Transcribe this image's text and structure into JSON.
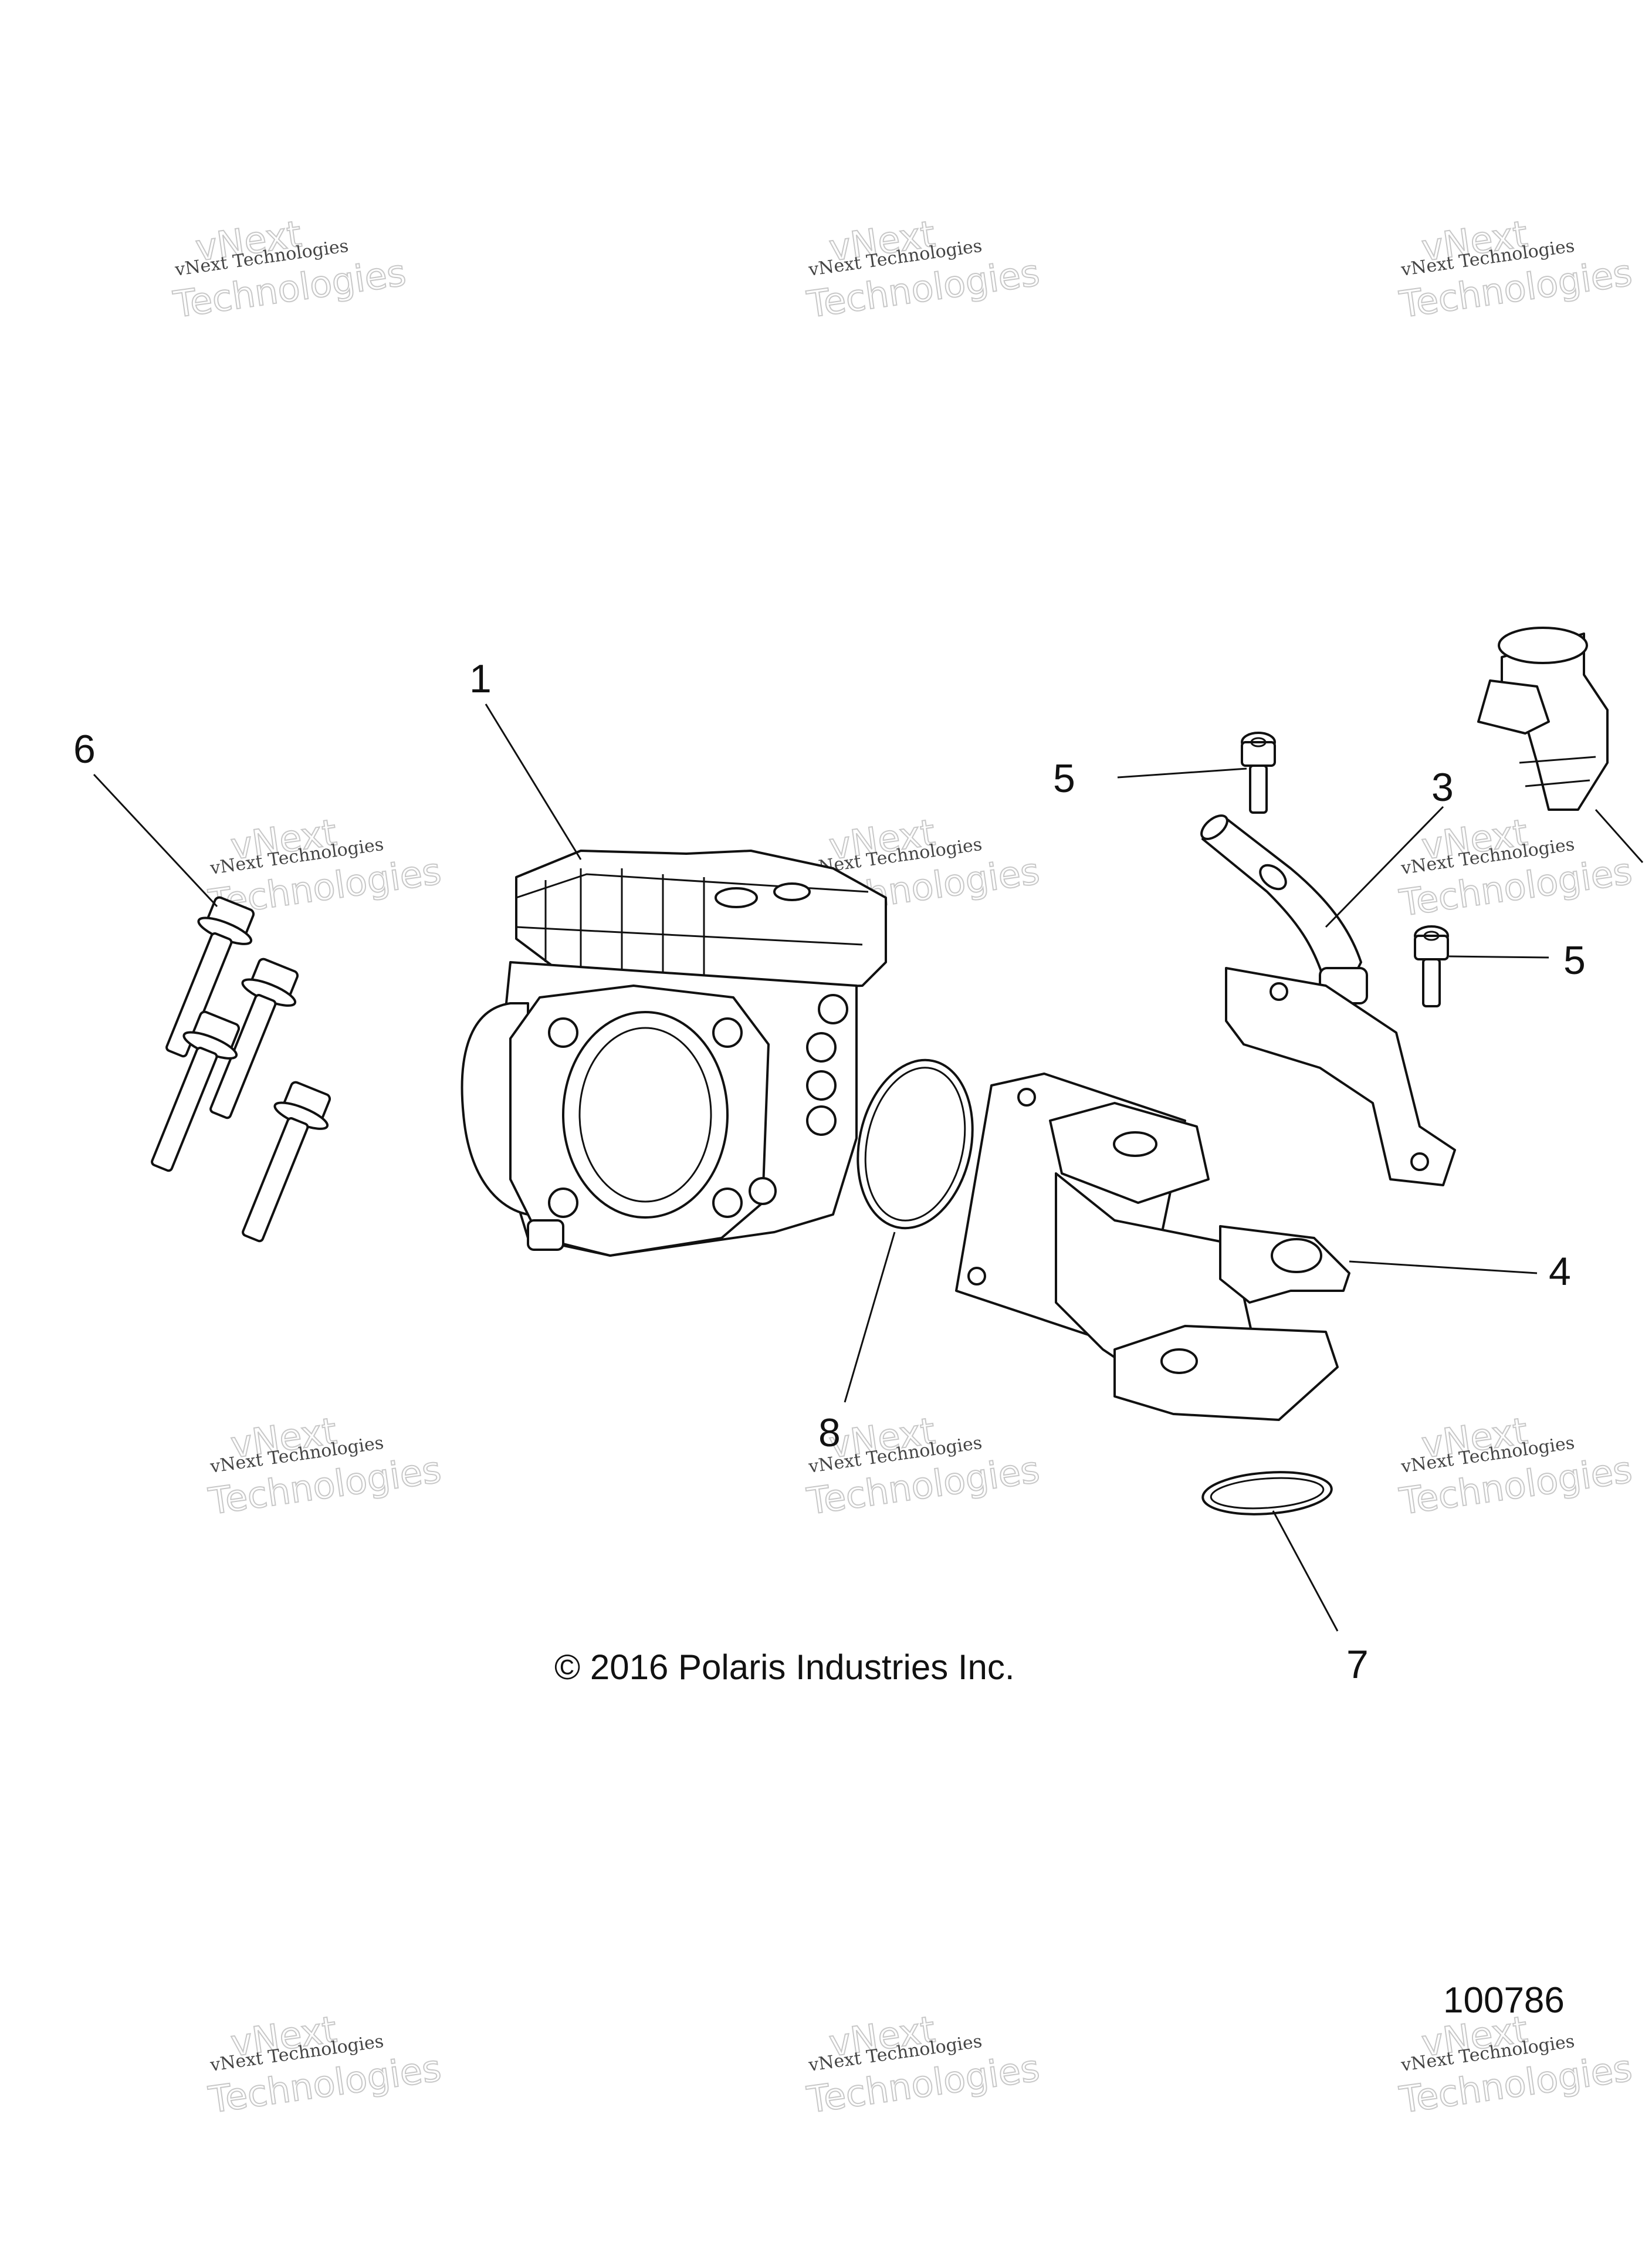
{
  "diagram": {
    "callouts": [
      "1",
      "3",
      "4",
      "5",
      "5",
      "6",
      "7",
      "8"
    ],
    "copyright": "© 2016 Polaris Industries Inc.",
    "reference_number": "100786",
    "watermark": {
      "line1": "vNext Technologies",
      "line2": "Technologies",
      "line3": "vNext"
    }
  }
}
